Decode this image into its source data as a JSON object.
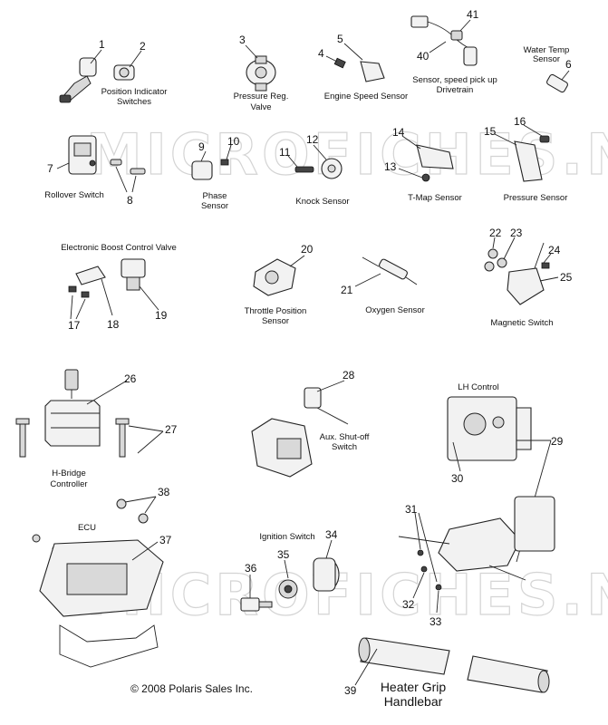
{
  "watermark": "MICROFICHES.NET",
  "copyright": "© 2008 Polaris Sales Inc.",
  "labels": {
    "position_indicator_switches": [
      "Position Indicator",
      "Switches"
    ],
    "pressure_reg_valve": [
      "Pressure Reg.",
      "Valve"
    ],
    "engine_speed_sensor": "Engine Speed Sensor",
    "sensor_speed_pickup": [
      "Sensor, speed pick up",
      "Drivetrain"
    ],
    "water_temp_sensor": [
      "Water Temp",
      "Sensor"
    ],
    "rollover_switch": "Rollover Switch",
    "phase_sensor": [
      "Phase",
      "Sensor"
    ],
    "knock_sensor": "Knock Sensor",
    "t_map_sensor": "T-Map Sensor",
    "pressure_sensor": "Pressure Sensor",
    "electronic_boost_control_valve": "Electronic Boost Control Valve",
    "throttle_position_sensor": [
      "Throttle Position",
      "Sensor"
    ],
    "oxygen_sensor": "Oxygen Sensor",
    "magnetic_switch": "Magnetic Switch",
    "h_bridge_controller": [
      "H-Bridge",
      "Controller"
    ],
    "aux_shutoff_switch": [
      "Aux. Shut-off",
      "Switch"
    ],
    "lh_control": "LH Control",
    "ecu": "ECU",
    "ignition_switch": "Ignition Switch",
    "heater_grip_handlebar": [
      "Heater Grip",
      "Handlebar"
    ]
  },
  "callouts": [
    "1",
    "2",
    "3",
    "4",
    "5",
    "6",
    "7",
    "8",
    "9",
    "10",
    "11",
    "12",
    "13",
    "14",
    "15",
    "16",
    "17",
    "18",
    "19",
    "20",
    "21",
    "22",
    "23",
    "24",
    "25",
    "26",
    "27",
    "28",
    "29",
    "30",
    "31",
    "32",
    "33",
    "34",
    "35",
    "36",
    "37",
    "38",
    "39",
    "40",
    "41"
  ]
}
